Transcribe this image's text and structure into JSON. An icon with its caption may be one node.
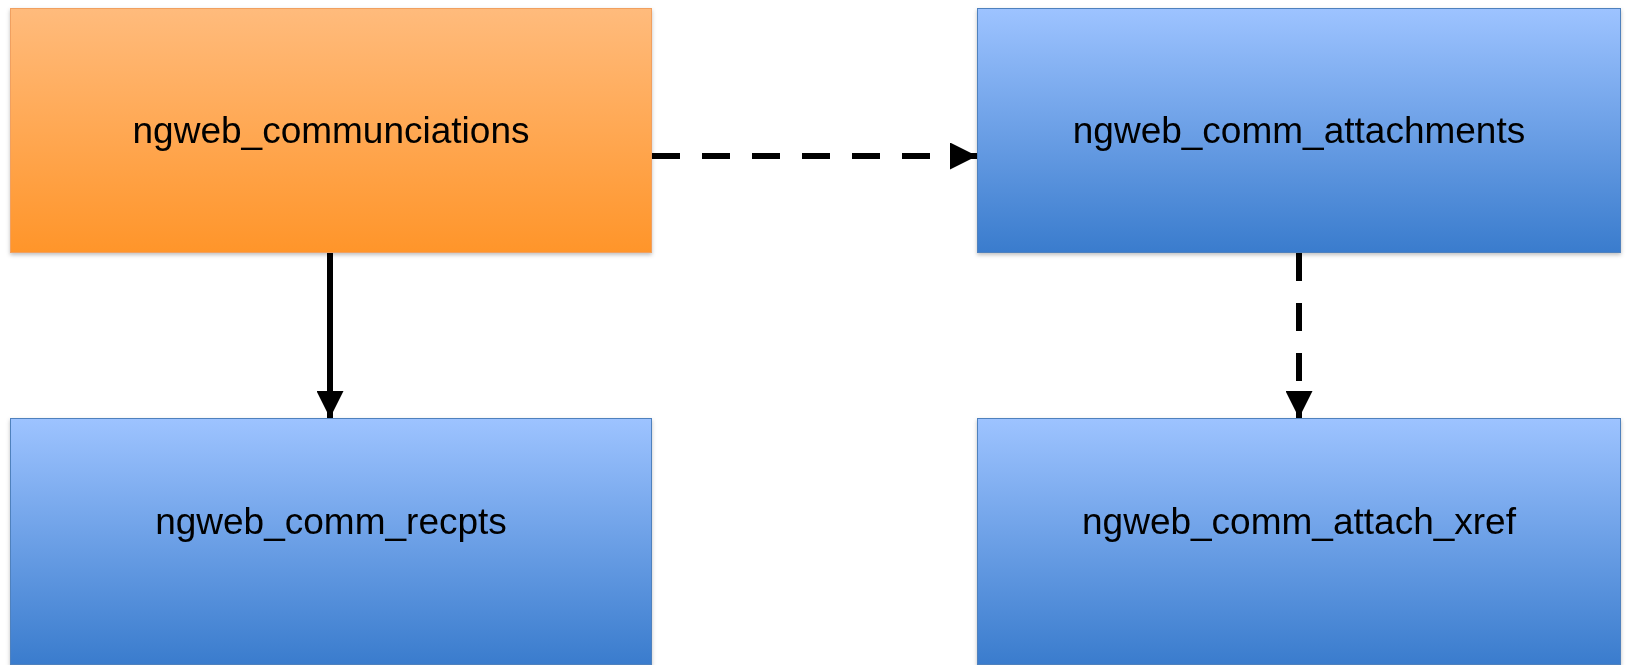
{
  "diagram": {
    "nodes": [
      {
        "text": [
          "ngweb_communciations"
        ]
      },
      {
        "text": [
          "ngweb_comm_attachments"
        ]
      },
      {
        "text": [
          "ngweb_comm_recpts"
        ]
      },
      {
        "text": [
          "ngweb_comm_attach_xref"
        ]
      }
    ],
    "edges": [
      {
        "from": 0,
        "to": 1,
        "arrow": "to",
        "style": "dashed"
      },
      {
        "from": 0,
        "to": 2,
        "arrow": "to"
      },
      {
        "from": 1,
        "to": 3,
        "arrow": "to",
        "style": "dashed"
      }
    ]
  }
}
